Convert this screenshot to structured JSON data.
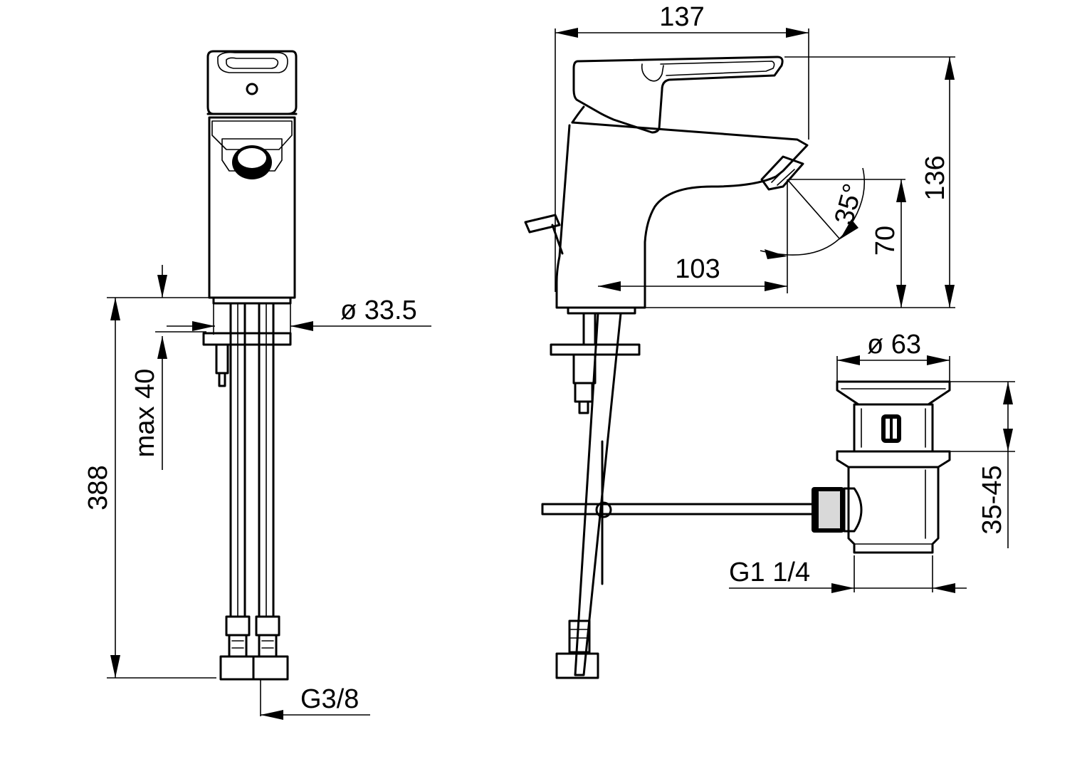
{
  "drawing": {
    "front_view": {
      "height_total": "388",
      "deck_thickness": "max 40",
      "body_diameter": "ø 33.5",
      "hose_thread": "G3/8"
    },
    "side_view": {
      "depth": "137",
      "height": "136",
      "outlet_height": "70",
      "spout_reach": "103",
      "spray_angle": "35°"
    },
    "waste_view": {
      "plug_diameter": "ø 63",
      "plug_range": "35-45",
      "outlet_thread": "G1 1/4"
    }
  }
}
